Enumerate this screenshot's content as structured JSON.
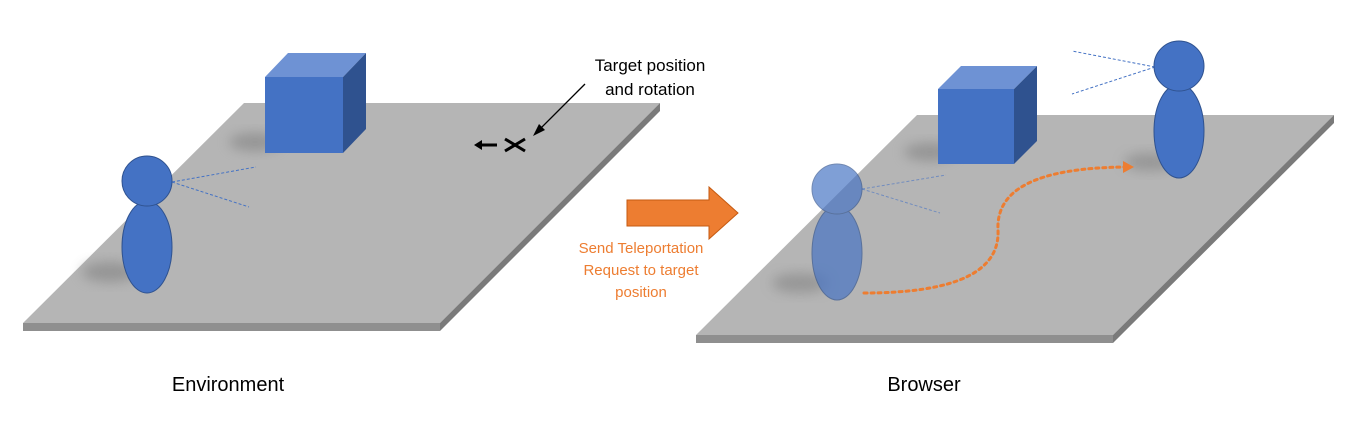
{
  "left_panel": {
    "caption": "Environment",
    "annotation_line1": "Target position",
    "annotation_line2": "and rotation"
  },
  "transition": {
    "line1": "Send Teleportation",
    "line2": "Request to target",
    "line3": "position"
  },
  "right_panel": {
    "caption": "Browser"
  },
  "colors": {
    "floor_top": "#b5b5b5",
    "floor_edge": "#8f8f8f",
    "cube_front": "#4472c4",
    "cube_top": "#6e92d4",
    "cube_side": "#2f528f",
    "avatar_fill": "#4472c4",
    "avatar_stroke": "#2f528f",
    "ghost_fill": "#8ba5d9",
    "accent_orange": "#ed7d31",
    "sight_line": "#4472c4"
  },
  "icons": [
    "target-cross-icon",
    "teleport-arrow-icon"
  ]
}
